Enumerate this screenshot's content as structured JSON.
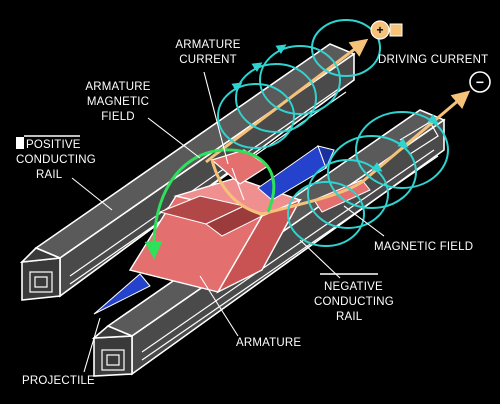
{
  "labels": {
    "armature_current": [
      "ARMATURE",
      "CURRENT"
    ],
    "driving_current": "DRIVING CURRENT",
    "armature_magnetic_field": [
      "ARMATURE",
      "MAGNETIC",
      "FIELD"
    ],
    "positive_rail": [
      "POSITIVE",
      "CONDUCTING",
      "RAIL"
    ],
    "magnetic_field": "MAGNETIC FIELD",
    "negative_rail": [
      "NEGATIVE",
      "CONDUCTING",
      "RAIL"
    ],
    "armature": "ARMATURE",
    "projectile": "PROJECTILE"
  },
  "terminals": {
    "positive": "+",
    "negative": "−"
  },
  "colors": {
    "background": "#000000",
    "rail": "#4a4a4a",
    "armature": "#e06a6a",
    "projectile": "#2240c8",
    "current": "#f6c27a",
    "magnetic_field": "#2fd3d0",
    "armature_field": "#2ee05a"
  }
}
